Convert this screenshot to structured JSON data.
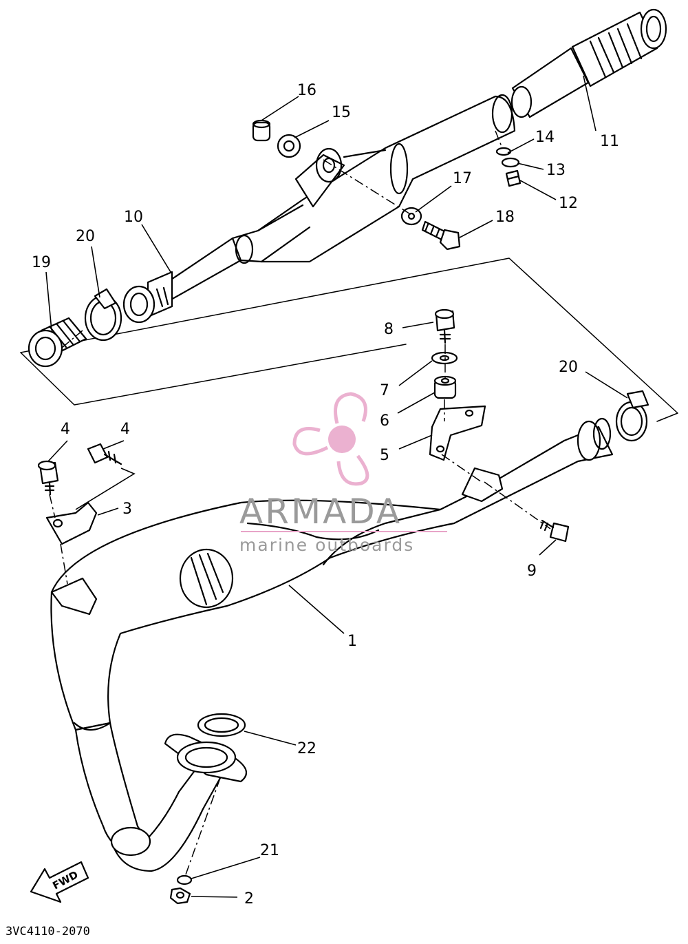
{
  "diagram": {
    "part_numbers": [
      "1",
      "2",
      "3",
      "4",
      "4",
      "5",
      "6",
      "7",
      "8",
      "9",
      "10",
      "11",
      "12",
      "13",
      "14",
      "15",
      "16",
      "17",
      "18",
      "19",
      "20",
      "20",
      "21",
      "22"
    ],
    "direction_label": "FWD",
    "drawing_code": "3VC4110-2070"
  },
  "watermark": {
    "brand": "ARMADA",
    "tagline": "marine outboards",
    "logo_color": "#e8a4c8",
    "text_color": "#9a9a9a"
  }
}
